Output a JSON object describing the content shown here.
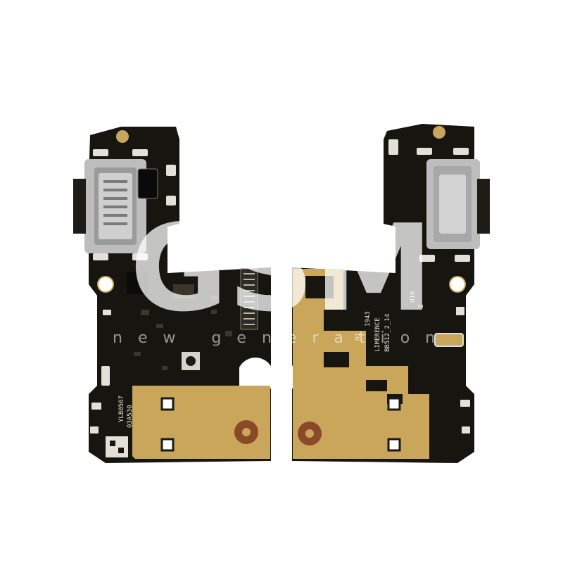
{
  "image": {
    "subject": "pcb-charging-port-boards",
    "background_color": "#ffffff",
    "pcb_color": "#17150f",
    "copper_color": "#c9a65a",
    "connector_color": "#b9b9b9",
    "pad_color": "#e2e0d8"
  },
  "watermark": {
    "logo_text": "GSM",
    "text": "new generation"
  },
  "left_board": {
    "silkscreen": [
      "YLB0567",
      "03A530"
    ]
  },
  "right_board": {
    "silkscreen": [
      "H1",
      "1943",
      "LIMERENCE",
      "BB512_2_14",
      "H10",
      "Z"
    ]
  }
}
